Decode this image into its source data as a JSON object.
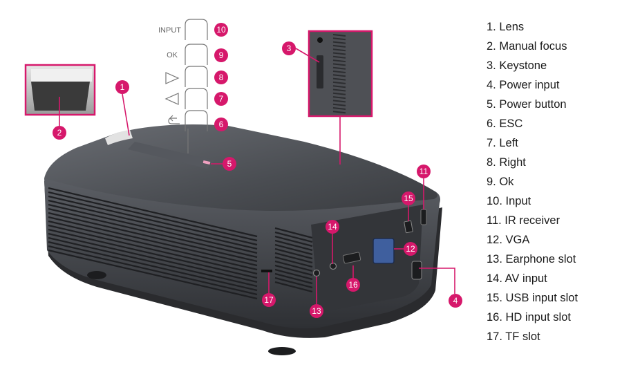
{
  "diagram": {
    "accent_color": "#d6186b",
    "button_labels": {
      "input": "INPUT",
      "ok": "OK"
    },
    "button_icons": [
      "right-arrow-icon",
      "left-arrow-icon",
      "return-icon"
    ],
    "callout_numbers": [
      "1",
      "2",
      "3",
      "4",
      "5",
      "6",
      "7",
      "8",
      "9",
      "10",
      "11",
      "12",
      "13",
      "14",
      "15",
      "16",
      "17"
    ],
    "legend": [
      "1. Lens",
      "2. Manual focus",
      "3. Keystone",
      "4. Power input",
      "5. Power button",
      "6. ESC",
      "7. Left",
      "8. Right",
      "9. Ok",
      "10. Input",
      "11. IR receiver",
      "12. VGA",
      "13. Earphone slot",
      "14. AV input",
      "15. USB input slot",
      "16. HD input slot",
      "17. TF slot"
    ]
  }
}
